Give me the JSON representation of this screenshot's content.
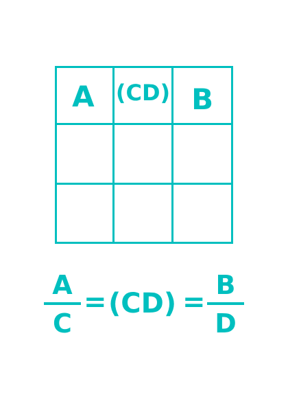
{
  "grid": {
    "rows": [
      [
        "A",
        "(CD)",
        "B"
      ],
      [
        "",
        "",
        ""
      ],
      [
        "",
        "",
        ""
      ]
    ]
  },
  "equation": {
    "left_numerator": "A",
    "left_denominator": "C",
    "equals": "=",
    "middle": "(CD)",
    "right_numerator": "B",
    "right_denominator": "D"
  },
  "colors": {
    "accent": "#00bfbf",
    "background": "#ffffff"
  }
}
